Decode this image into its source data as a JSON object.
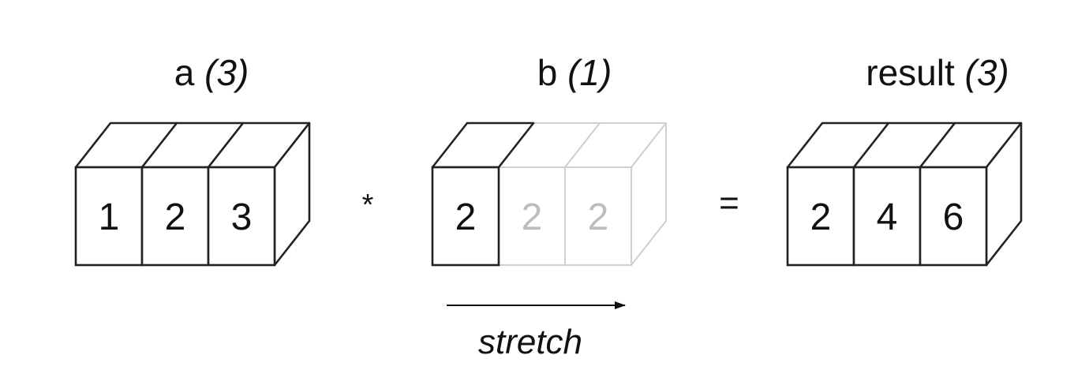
{
  "arrays": [
    {
      "id": "a",
      "name": "a",
      "shape": "(3)",
      "values": [
        "1",
        "2",
        "3"
      ],
      "ghost": [
        false,
        false,
        false
      ]
    },
    {
      "id": "b",
      "name": "b",
      "shape": "(1)",
      "values": [
        "2",
        "2",
        "2"
      ],
      "ghost": [
        false,
        true,
        true
      ]
    },
    {
      "id": "result",
      "name": "result",
      "shape": "(3)",
      "values": [
        "2",
        "4",
        "6"
      ],
      "ghost": [
        false,
        false,
        false
      ]
    }
  ],
  "operators": {
    "multiply": "*",
    "equals": "="
  },
  "stretch_label": "stretch",
  "colors": {
    "stroke": "#222222",
    "ghost_stroke": "#cfcfcf",
    "ghost_text": "#bdbdbd",
    "background": "#ffffff"
  }
}
